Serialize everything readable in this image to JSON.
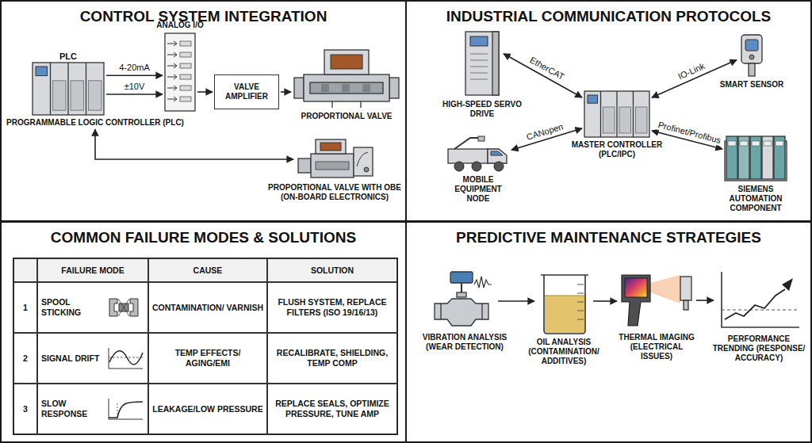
{
  "diagram": {
    "nodes": [
      {
        "text": [
          "CONTROL SYSTEM INTEGRATION"
        ]
      },
      {
        "text": [
          "PLC",
          "PROGRAMMABLE LOGIC CONTROLLER (PLC)"
        ],
        "in": 0
      },
      {
        "text": [
          "ANALOG I/O"
        ],
        "in": 0
      },
      {
        "text": [
          "VALVE AMPLIFIER"
        ],
        "in": 0
      },
      {
        "text": [
          "PROPORTIONAL VALVE"
        ],
        "in": 0
      },
      {
        "text": [
          "PROPORTIONAL VALVE WITH OBE (ON-BOARD ELECTRONICS)"
        ],
        "in": 0
      },
      {
        "text": [
          "INDUSTRIAL COMMUNICATION PROTOCOLS"
        ]
      },
      {
        "text": [
          "HIGH-SPEED SERVO DRIVE"
        ],
        "in": 6
      },
      {
        "text": [
          "SMART SENSOR"
        ],
        "in": 6
      },
      {
        "text": [
          "MASTER CONTROLLER (PLC/IPC)"
        ],
        "in": 6
      },
      {
        "text": [
          "MOBILE EQUIPMENT NODE"
        ],
        "in": 6
      },
      {
        "text": [
          "SIEMENS AUTOMATION COMPONENT"
        ],
        "in": 6
      },
      {
        "text": [
          "COMMON FAILURE MODES & SOLUTIONS"
        ]
      },
      {
        "text": [
          "PREDICTIVE MAINTENANCE STRATEGIES"
        ]
      },
      {
        "text": [
          "VIBRATION ANALYSIS (WEAR DETECTION)"
        ],
        "in": 13
      },
      {
        "text": [
          "OIL ANALYSIS (CONTAMINATION/ ADDITIVES)"
        ],
        "in": 13
      },
      {
        "text": [
          "THERMAL IMAGING (ELECTRICAL ISSUES)"
        ],
        "in": 13
      },
      {
        "text": [
          "PERFORMANCE TRENDING (RESPONSE/ ACCURACY)"
        ],
        "in": 13
      }
    ],
    "edges": [
      {
        "from": 1,
        "to": 2,
        "label": "4-20mA",
        "arrow": "to"
      },
      {
        "from": 1,
        "to": 2,
        "label": "±10V",
        "arrow": "to"
      },
      {
        "from": 2,
        "to": 3,
        "arrow": "to"
      },
      {
        "from": 3,
        "to": 4,
        "arrow": "to"
      },
      {
        "from": 1,
        "to": 5,
        "arrow": "both"
      },
      {
        "from": 7,
        "to": 9,
        "label": "EtherCAT",
        "arrow": "both"
      },
      {
        "from": 8,
        "to": 9,
        "label": "IO-Link",
        "arrow": "both"
      },
      {
        "from": 10,
        "to": 9,
        "label": "CANopen",
        "arrow": "both"
      },
      {
        "from": 11,
        "to": 9,
        "label": "Profinet/Profibus",
        "arrow": "both"
      },
      {
        "from": 14,
        "to": 15,
        "arrow": "to"
      },
      {
        "from": 15,
        "to": 16,
        "arrow": "to"
      },
      {
        "from": 16,
        "to": 17,
        "arrow": "to"
      }
    ],
    "labels": [
      "FAILURE MODE",
      "CAUSE",
      "SOLUTION",
      "1",
      "SPOOL STICKING",
      "CONTAMINATION/ VARNISH",
      "FLUSH SYSTEM, REPLACE FILTERS (ISO 19/16/13)",
      "2",
      "SIGNAL DRIFT",
      "TEMP EFFECTS/ AGING/EMI",
      "RECALIBRATE, SHIELDING, TEMP COMP",
      "3",
      "SLOW RESPONSE",
      "LEAKAGE/LOW PRESSURE",
      "REPLACE SEALS, OPTIMIZE PRESSURE, TUNE AMP"
    ]
  }
}
